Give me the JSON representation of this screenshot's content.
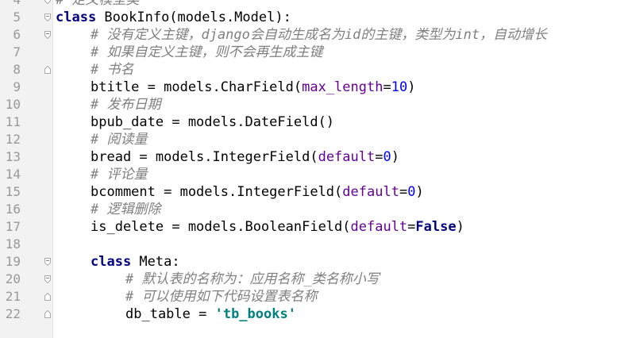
{
  "editor": {
    "lines": [
      {
        "n": "4",
        "indent": 0,
        "fold": "top",
        "parts": [
          {
            "t": "# 定义模型类",
            "c": "cm"
          }
        ]
      },
      {
        "n": "5",
        "indent": 0,
        "fold": "open",
        "parts": [
          {
            "t": "class",
            "c": "kw"
          },
          {
            "t": " BookInfo(models.Model):",
            "c": ""
          }
        ]
      },
      {
        "n": "6",
        "indent": 1,
        "fold": "open",
        "parts": [
          {
            "t": "# 没有定义主键，django会自动生成名为id的主键，类型为int，自动增长",
            "c": "cm"
          }
        ]
      },
      {
        "n": "7",
        "indent": 1,
        "fold": "none",
        "parts": [
          {
            "t": "# 如果自定义主键，则不会再生成主键",
            "c": "cm"
          }
        ]
      },
      {
        "n": "8",
        "indent": 1,
        "fold": "close",
        "parts": [
          {
            "t": "# 书名",
            "c": "cm"
          }
        ]
      },
      {
        "n": "9",
        "indent": 1,
        "fold": "none",
        "parts": [
          {
            "t": "btitle = models.CharField(",
            "c": ""
          },
          {
            "t": "max_length",
            "c": "param"
          },
          {
            "t": "=",
            "c": ""
          },
          {
            "t": "10",
            "c": "num"
          },
          {
            "t": ")",
            "c": ""
          }
        ]
      },
      {
        "n": "10",
        "indent": 1,
        "fold": "none",
        "parts": [
          {
            "t": "# 发布日期",
            "c": "cm"
          }
        ]
      },
      {
        "n": "11",
        "indent": 1,
        "fold": "none",
        "parts": [
          {
            "t": "bpub_date = models.DateField()",
            "c": ""
          }
        ]
      },
      {
        "n": "12",
        "indent": 1,
        "fold": "none",
        "parts": [
          {
            "t": "# 阅读量",
            "c": "cm"
          }
        ]
      },
      {
        "n": "13",
        "indent": 1,
        "fold": "none",
        "parts": [
          {
            "t": "bread = models.IntegerField(",
            "c": ""
          },
          {
            "t": "default",
            "c": "param"
          },
          {
            "t": "=",
            "c": ""
          },
          {
            "t": "0",
            "c": "num"
          },
          {
            "t": ")",
            "c": ""
          }
        ]
      },
      {
        "n": "14",
        "indent": 1,
        "fold": "none",
        "parts": [
          {
            "t": "# 评论量",
            "c": "cm"
          }
        ]
      },
      {
        "n": "15",
        "indent": 1,
        "fold": "none",
        "parts": [
          {
            "t": "bcomment = models.IntegerField(",
            "c": ""
          },
          {
            "t": "default",
            "c": "param"
          },
          {
            "t": "=",
            "c": ""
          },
          {
            "t": "0",
            "c": "num"
          },
          {
            "t": ")",
            "c": ""
          }
        ]
      },
      {
        "n": "16",
        "indent": 1,
        "fold": "none",
        "parts": [
          {
            "t": "# 逻辑删除",
            "c": "cm"
          }
        ]
      },
      {
        "n": "17",
        "indent": 1,
        "fold": "none",
        "parts": [
          {
            "t": "is_delete = models.BooleanField(",
            "c": ""
          },
          {
            "t": "default",
            "c": "param"
          },
          {
            "t": "=",
            "c": ""
          },
          {
            "t": "False",
            "c": "kw"
          },
          {
            "t": ")",
            "c": ""
          }
        ]
      },
      {
        "n": "18",
        "indent": 0,
        "fold": "none",
        "parts": []
      },
      {
        "n": "19",
        "indent": 1,
        "fold": "open",
        "parts": [
          {
            "t": "class",
            "c": "kw"
          },
          {
            "t": " Meta:",
            "c": ""
          }
        ]
      },
      {
        "n": "20",
        "indent": 2,
        "fold": "open",
        "parts": [
          {
            "t": "# 默认表的名称为：应用名称_类名称小写",
            "c": "cm"
          }
        ]
      },
      {
        "n": "21",
        "indent": 2,
        "fold": "close",
        "parts": [
          {
            "t": "# 可以使用如下代码设置表名称",
            "c": "cm"
          }
        ]
      },
      {
        "n": "22",
        "indent": 2,
        "fold": "close",
        "parts": [
          {
            "t": "db_table = ",
            "c": ""
          },
          {
            "t": "'tb_books'",
            "c": "str"
          }
        ]
      }
    ]
  },
  "colors": {
    "keyword": "#000080",
    "comment": "#808080",
    "parameter": "#660099",
    "number": "#0000ff",
    "string": "#008080",
    "gutter": "#f2f2f2"
  }
}
